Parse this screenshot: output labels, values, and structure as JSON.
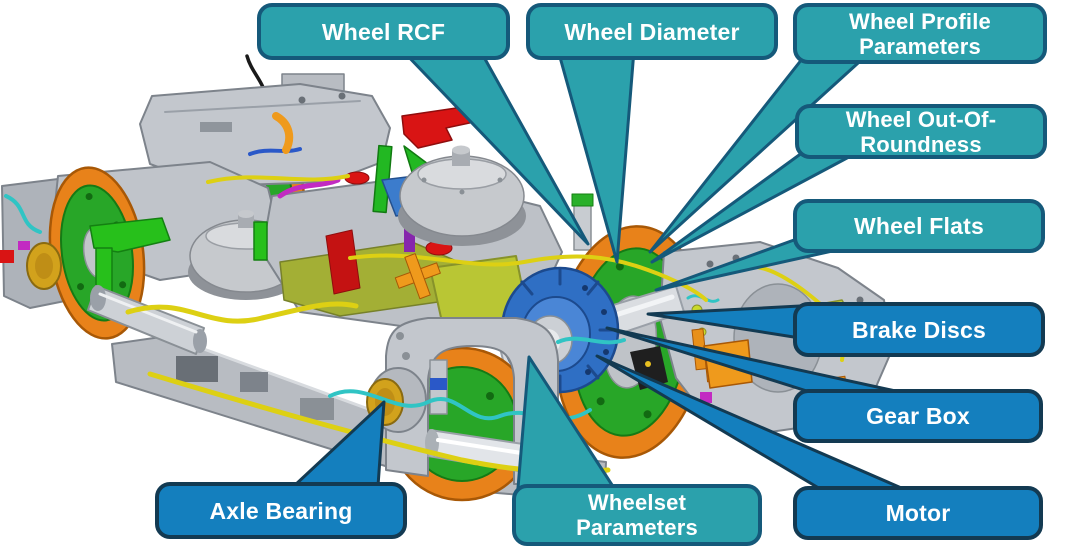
{
  "diagram": {
    "type": "labeled-component-diagram",
    "subject": "Railway bogie 3D CAD model with component callouts",
    "colors": {
      "background": "#FFFFFF",
      "callout_teal_fill": "#2BA1AC",
      "callout_teal_border": "#15597A",
      "callout_blue_fill": "#147FBE",
      "callout_blue_border": "#133A52",
      "callout_text": "#FFFFFF",
      "wheel_rim_orange": "#E8821A",
      "brake_disc_green": "#28A628",
      "gearbox_blue": "#2F6FC4",
      "bearing_gold": "#D2A21C",
      "frame_gray": "#C3C7CD"
    },
    "callouts": [
      {
        "id": "wheel-rcf",
        "lines": [
          "Wheel RCF"
        ],
        "color_role": "teal"
      },
      {
        "id": "wheel-diameter",
        "lines": [
          "Wheel Diameter"
        ],
        "color_role": "teal"
      },
      {
        "id": "wheel-profile-parameters",
        "lines": [
          "Wheel Profile",
          "Parameters"
        ],
        "color_role": "teal"
      },
      {
        "id": "wheel-out-of-roundness",
        "lines": [
          "Wheel Out-Of-",
          "Roundness"
        ],
        "color_role": "teal"
      },
      {
        "id": "wheel-flats",
        "lines": [
          "Wheel Flats"
        ],
        "color_role": "teal"
      },
      {
        "id": "brake-discs",
        "lines": [
          "Brake Discs"
        ],
        "color_role": "blue"
      },
      {
        "id": "gear-box",
        "lines": [
          "Gear Box"
        ],
        "color_role": "blue"
      },
      {
        "id": "motor",
        "lines": [
          "Motor"
        ],
        "color_role": "blue"
      },
      {
        "id": "wheelset-parameters",
        "lines": [
          "Wheelset",
          "Parameters"
        ],
        "color_role": "teal"
      },
      {
        "id": "axle-bearing",
        "lines": [
          "Axle Bearing"
        ],
        "color_role": "blue"
      }
    ]
  }
}
